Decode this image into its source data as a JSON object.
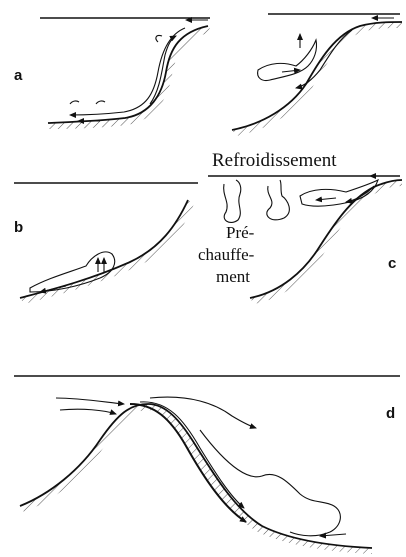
{
  "panels": {
    "a": {
      "letter": "a"
    },
    "b": {
      "letter": "b"
    },
    "c": {
      "letter": "c"
    },
    "d": {
      "letter": "d"
    }
  },
  "labels": {
    "cooling": "Refroidissement",
    "preheating_line1": "Pré-",
    "preheating_line2": "chauffe-",
    "preheating_line3": "ment"
  },
  "colors": {
    "ink": "#111111",
    "hatch": "#555555",
    "background": "#ffffff"
  }
}
